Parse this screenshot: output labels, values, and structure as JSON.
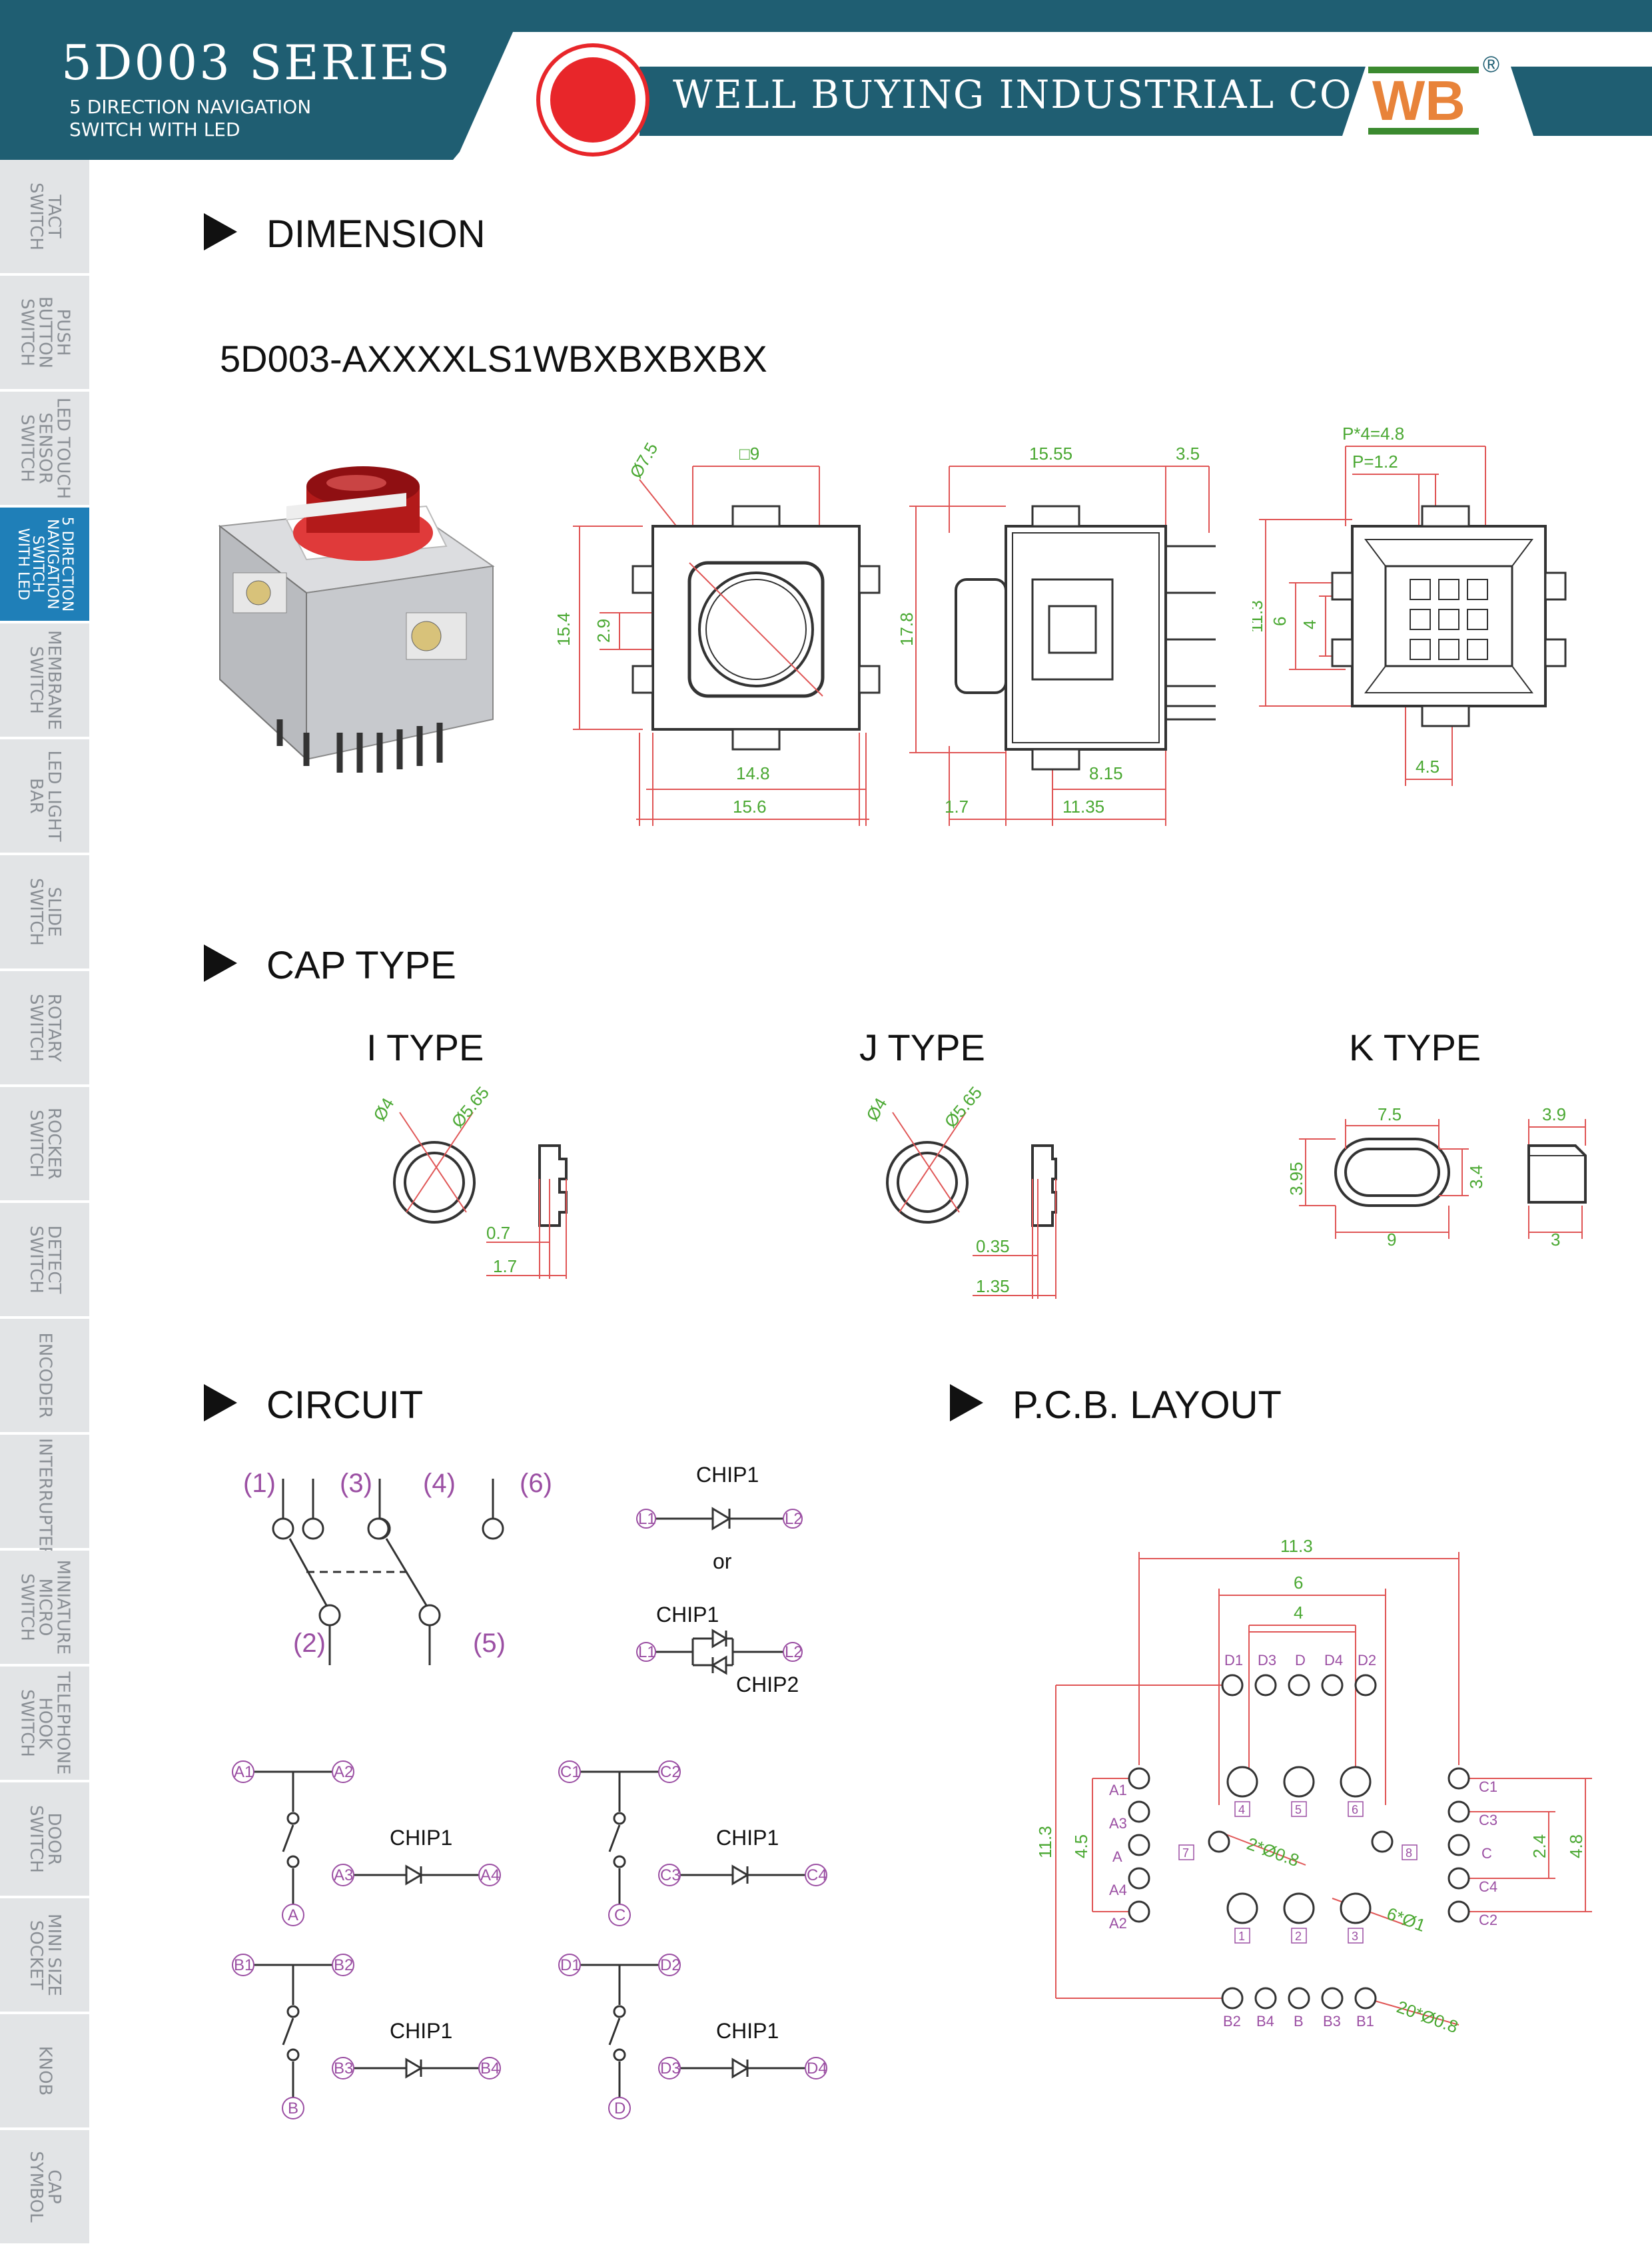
{
  "header": {
    "series": "5D003 SERIES",
    "subtitle": "5 DIRECTION NAVIGATION\nSWITCH WITH LED",
    "company": "WELL BUYING INDUSTRIAL CO., LTD",
    "logo": "WB",
    "reg": "®",
    "colors": {
      "navy": "#1f5e72",
      "red": "#e8262a",
      "green": "#3b8a2f",
      "orange": "#e8833a"
    }
  },
  "sidebar": [
    {
      "label": "TACT\nSWITCH"
    },
    {
      "label": "PUSH\nBUTTON\nSWITCH"
    },
    {
      "label": "LED TOUCH\nSENSOR\nSWITCH"
    },
    {
      "label": "5 DIRECTION\nNAVIGATION\nSWITCH\nWITH LED",
      "active": true
    },
    {
      "label": "MEMBRANE\nSWITCH"
    },
    {
      "label": "LED LIGHT\nBAR"
    },
    {
      "label": "SLIDE\nSWITCH"
    },
    {
      "label": "ROTARY\nSWITCH"
    },
    {
      "label": "ROCKER\nSWITCH"
    },
    {
      "label": "DETECT\nSWITCH"
    },
    {
      "label": "ENCODER"
    },
    {
      "label": "INTERRUPTER"
    },
    {
      "label": "MINIATURE\nMICRO\nSWITCH"
    },
    {
      "label": "TELEPHONE\nHOOK\nSWITCH"
    },
    {
      "label": "DOOR\nSWITCH"
    },
    {
      "label": "MINI SIZE\nSOCKET"
    },
    {
      "label": "KNOB"
    },
    {
      "label": "CAP\nSYMBOL"
    }
  ],
  "sections": {
    "dimension": "DIMENSION",
    "cap_type": "CAP TYPE",
    "circuit": "CIRCUIT",
    "pcb": "P.C.B.  LAYOUT"
  },
  "part_number": "5D003-AXXXXLS1WBXBXBXBX",
  "dimension": {
    "front": {
      "d1": "Ø7.5",
      "d2": "□9",
      "d3": "15.4",
      "d4": "2.9",
      "d5": "14.8",
      "d6": "15.6"
    },
    "side": {
      "d1": "15.55",
      "d2": "3.5",
      "d3": "17.8",
      "d4": "8.15",
      "d5": "1.7",
      "d6": "11.35"
    },
    "bottom": {
      "d1": "P*4=4.8",
      "d2": "P=1.2",
      "d3": "11.3",
      "d4": "6",
      "d5": "4",
      "d6": "4.5"
    }
  },
  "caps": {
    "i": {
      "title": "I TYPE",
      "d1": "Ø4",
      "d2": "Ø5.65",
      "d3": "0.7",
      "d4": "1.7"
    },
    "j": {
      "title": "J TYPE",
      "d1": "Ø4",
      "d2": "Ø5.65",
      "d3": "0.35",
      "d4": "1.35"
    },
    "k": {
      "title": "K TYPE",
      "d1": "7.5",
      "d2": "3.95",
      "d3": "3.4",
      "d4": "9",
      "d5": "3.9",
      "d6": "3"
    }
  },
  "circuit": {
    "switch_pins": [
      "(1)",
      "(3)",
      "(4)",
      "(6)",
      "(2)",
      "(5)"
    ],
    "chip1": "CHIP1",
    "chip2": "CHIP2",
    "or": "or",
    "l1": "L1",
    "l2": "L2",
    "groups": [
      {
        "top_l": "A1",
        "top_r": "A2",
        "bl": "A3",
        "br": "A4",
        "com": "A"
      },
      {
        "top_l": "C1",
        "top_r": "C2",
        "bl": "C3",
        "br": "C4",
        "com": "C"
      },
      {
        "top_l": "B1",
        "top_r": "B2",
        "bl": "B3",
        "br": "B4",
        "com": "B"
      },
      {
        "top_l": "D1",
        "top_r": "D2",
        "bl": "D3",
        "br": "D4",
        "com": "D"
      }
    ]
  },
  "pcb": {
    "d_w": "11.3",
    "d_6": "6",
    "d_4": "4",
    "d_h": "11.3",
    "d_45": "4.5",
    "d_24": "2.4",
    "d_48": "4.8",
    "holes1": "2*Ø0.8",
    "holes2": "6*Ø1",
    "holes3": "20*Ø0.8",
    "top_pins": [
      "D1",
      "D3",
      "D",
      "D4",
      "D2"
    ],
    "bottom_pins": [
      "B2",
      "B4",
      "B",
      "B3",
      "B1"
    ],
    "left_pins": [
      "A1",
      "A3",
      "A",
      "A4",
      "A2"
    ],
    "right_pins": [
      "C1",
      "C3",
      "C",
      "C4",
      "C2"
    ],
    "nums": [
      "4",
      "5",
      "6",
      "1",
      "2",
      "3",
      "7",
      "8"
    ]
  }
}
